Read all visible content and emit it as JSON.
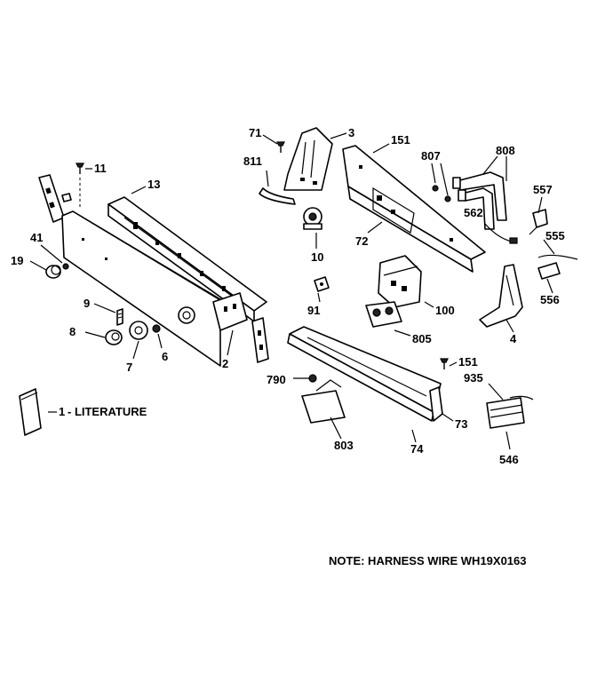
{
  "labels": {
    "p1": "1",
    "literature": "- LITERATURE",
    "p2": "2",
    "p3": "3",
    "p4": "4",
    "p6": "6",
    "p7": "7",
    "p8": "8",
    "p9": "9",
    "p10": "10",
    "p11": "11",
    "p13": "13",
    "p19": "19",
    "p41": "41",
    "p71": "71",
    "p72": "72",
    "p73": "73",
    "p74": "74",
    "p91": "91",
    "p100": "100",
    "p151a": "151",
    "p151b": "151",
    "p546": "546",
    "p555": "555",
    "p556": "556",
    "p557": "557",
    "p562": "562",
    "p790": "790",
    "p803": "803",
    "p805": "805",
    "p807": "807",
    "p808": "808",
    "p811": "811",
    "p935": "935"
  },
  "note": "NOTE: HARNESS WIRE WH19X0163"
}
